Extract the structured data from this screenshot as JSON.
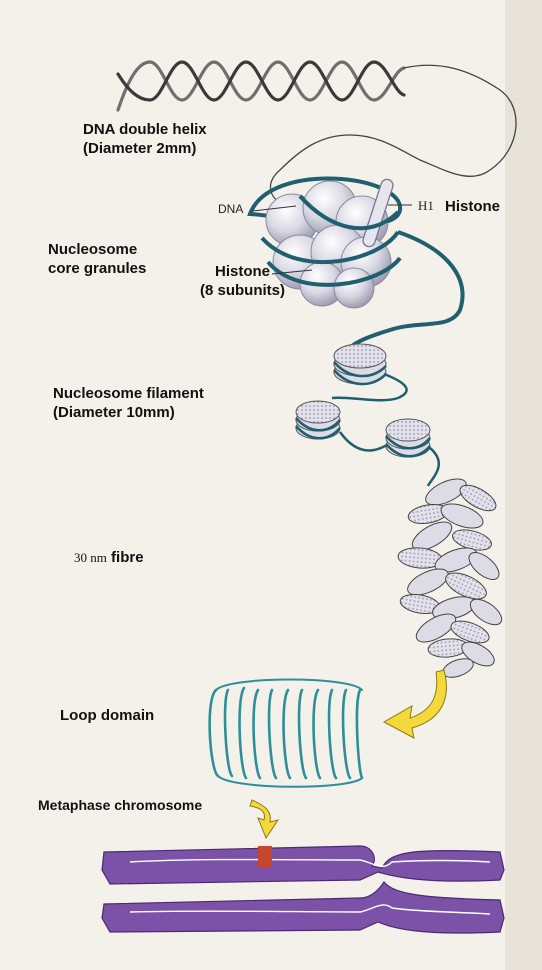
{
  "labels": {
    "dna_helix_line1": "DNA double helix",
    "dna_helix_line2": "(Diameter 2mm)",
    "dna_tag": "DNA",
    "h1_tag": "H1",
    "histone": "Histone",
    "nucleosome_core_line1": "Nucleosome",
    "nucleosome_core_line2": "core granules",
    "histone_sub_line1": "Histone",
    "histone_sub_line2": "(8 subunits)",
    "filament_line1": "Nucleosome filament",
    "filament_line2": "(Diameter 10mm)",
    "fibre_number": "30 nm",
    "fibre_word": "fibre",
    "loop_domain": "Loop domain",
    "metaphase": "Metaphase chromosome"
  },
  "colors": {
    "dna_strand": "#1f5f6e",
    "nucleosome_body": "#dcdbe6",
    "loop_domain": "#2e8f98",
    "chromosome": "#7b52a8",
    "centromere_band": "#c4472d",
    "arrow": "#f3d93a",
    "text": "#111111"
  },
  "icons": [
    "down-arrow-icon",
    "down-arrow-icon"
  ]
}
